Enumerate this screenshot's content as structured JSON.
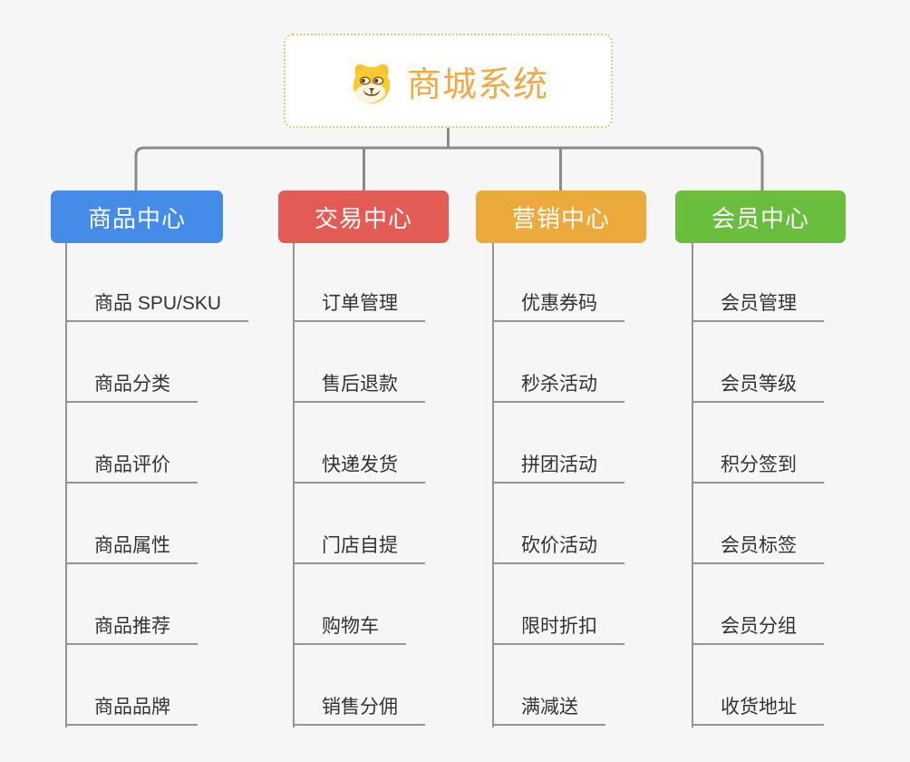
{
  "root": {
    "title": "商城系统",
    "icon": "dog-face-icon",
    "accent_color": "#F0A945"
  },
  "branches": [
    {
      "label": "商品中心",
      "color": "#448CE7",
      "items": [
        "商品 SPU/SKU",
        "商品分类",
        "商品评价",
        "商品属性",
        "商品推荐",
        "商品品牌"
      ]
    },
    {
      "label": "交易中心",
      "color": "#E25B55",
      "items": [
        "订单管理",
        "售后退款",
        "快递发货",
        "门店自提",
        "购物车",
        "销售分佣"
      ]
    },
    {
      "label": "营销中心",
      "color": "#ECAA3C",
      "items": [
        "优惠券码",
        "秒杀活动",
        "拼团活动",
        "砍价活动",
        "限时折扣",
        "满减送"
      ]
    },
    {
      "label": "会员中心",
      "color": "#69BE3E",
      "items": [
        "会员管理",
        "会员等级",
        "积分签到",
        "会员标签",
        "会员分组",
        "收货地址"
      ]
    }
  ]
}
